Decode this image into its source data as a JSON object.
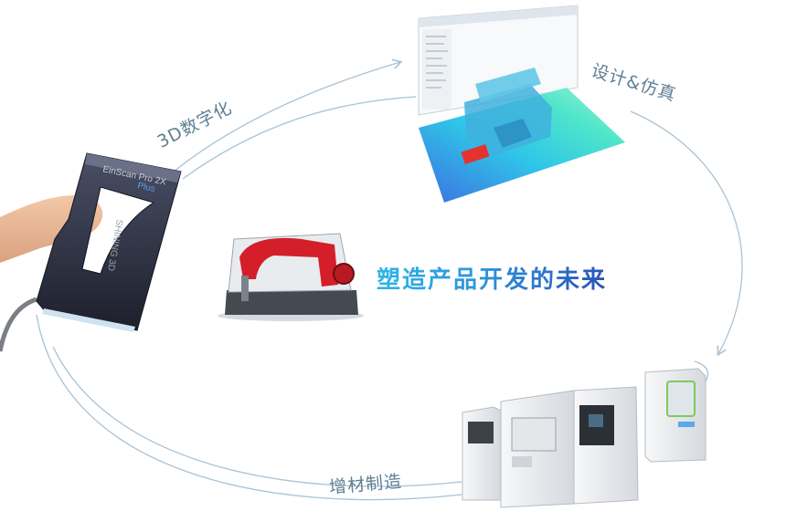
{
  "cycle": {
    "stages": {
      "digitize": "3D数字化",
      "design": "设计&仿真",
      "manufacture": "增材制造"
    },
    "center_title": "塑造产品开发的未来"
  },
  "scanner": {
    "model": "EinScan Pro 2X",
    "edition": "Plus",
    "brand": "SHINING 3D"
  },
  "colors": {
    "arc_stroke": "#a9c2d2",
    "label_text": "#5f7f94",
    "title_gradient_start": "#2fb6e6",
    "title_gradient_end": "#2a52b8",
    "scanner_body": "#2a2d3c",
    "model_red": "#d41f2a"
  }
}
